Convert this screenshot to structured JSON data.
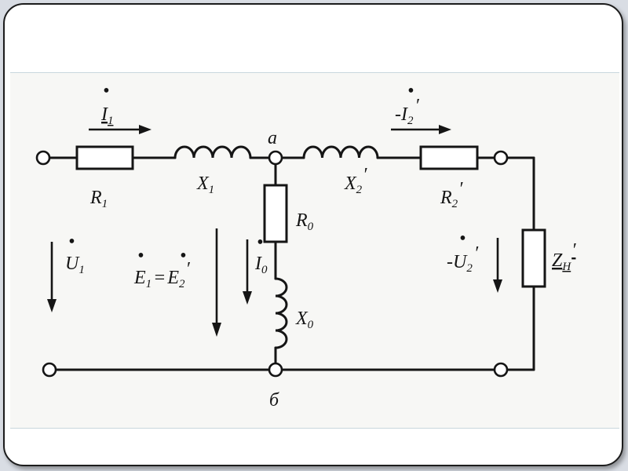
{
  "circuit": {
    "components": {
      "R1": {
        "main": "R",
        "sub": "1"
      },
      "X1": {
        "main": "X",
        "sub": "1"
      },
      "X2p": {
        "main": "X",
        "sub": "2",
        "mark": "′"
      },
      "R2p": {
        "main": "R",
        "sub": "2",
        "mark": "′"
      },
      "R0": {
        "main": "R",
        "sub": "0"
      },
      "X0": {
        "main": "X",
        "sub": "0"
      },
      "ZH": {
        "main": "Z",
        "sub": "H",
        "mark": "′"
      }
    },
    "nodes": {
      "top": "a",
      "bottom": "б"
    },
    "currents": {
      "I1": {
        "main": "I",
        "sub": "1",
        "dot": "•"
      },
      "I2p": {
        "sign": "-",
        "main": "I",
        "sub": "2",
        "mark": "′",
        "dot": "•"
      },
      "I0": {
        "main": "I",
        "sub": "0",
        "dot": "•"
      }
    },
    "voltages": {
      "U1": {
        "main": "U",
        "sub": "1",
        "dot": "•"
      },
      "E": {
        "left_main": "E",
        "left_sub": "1",
        "equals": "=",
        "right_main": "E",
        "right_sub": "2",
        "mark": "′",
        "dot": "•"
      },
      "U2p": {
        "sign": "-",
        "main": "U",
        "sub": "2",
        "mark": "′",
        "dot": "•"
      }
    }
  }
}
